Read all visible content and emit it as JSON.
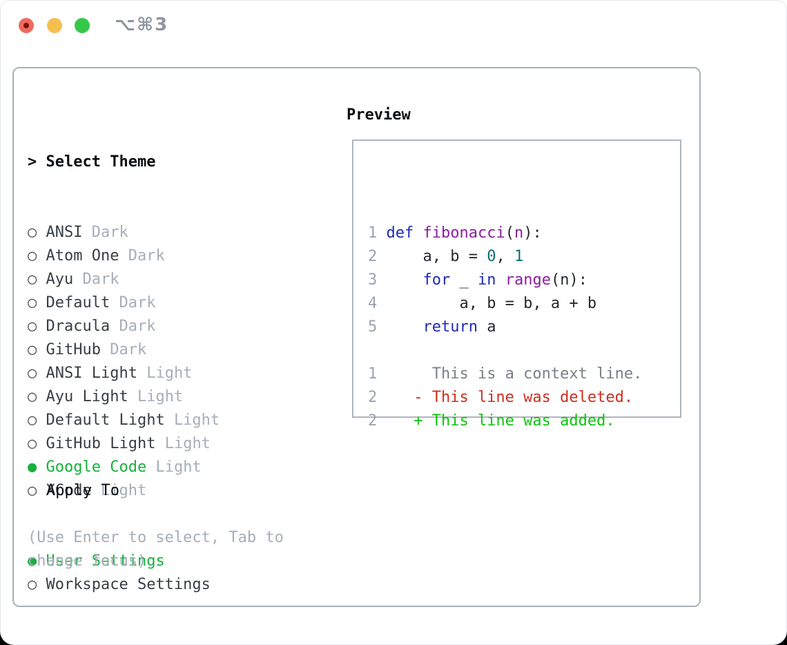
{
  "titlebar": {
    "shortcut": "⌥⌘3"
  },
  "markers": {
    "unselected": "○",
    "selected": "●"
  },
  "panel": {
    "list": {
      "marker": ">",
      "header": "Select Theme",
      "items": [
        {
          "name": "ANSI",
          "variant": "Dark",
          "selected": false
        },
        {
          "name": "Atom One",
          "variant": "Dark",
          "selected": false
        },
        {
          "name": "Ayu",
          "variant": "Dark",
          "selected": false
        },
        {
          "name": "Default",
          "variant": "Dark",
          "selected": false
        },
        {
          "name": "Dracula",
          "variant": "Dark",
          "selected": false
        },
        {
          "name": "GitHub",
          "variant": "Dark",
          "selected": false
        },
        {
          "name": "ANSI Light",
          "variant": "Light",
          "selected": false
        },
        {
          "name": "Ayu Light",
          "variant": "Light",
          "selected": false
        },
        {
          "name": "Default Light",
          "variant": "Light",
          "selected": false
        },
        {
          "name": "GitHub Light",
          "variant": "Light",
          "selected": false
        },
        {
          "name": "Google Code",
          "variant": "Light",
          "selected": true
        },
        {
          "name": "XCode",
          "variant": "Light",
          "selected": false
        }
      ]
    },
    "apply_to": {
      "header": "Apply To",
      "options": [
        {
          "label": "User Settings",
          "selected": true
        },
        {
          "label": "Workspace Settings",
          "selected": false
        }
      ]
    },
    "hint": "(Use Enter to select, Tab to change focus)",
    "preview": {
      "title": "Preview",
      "lines": [
        [
          {
            "t": "1",
            "c": "num"
          },
          {
            "t": " ",
            "c": "pln"
          },
          {
            "t": "def",
            "c": "kwd"
          },
          {
            "t": " ",
            "c": "pln"
          },
          {
            "t": "fibonacci",
            "c": "typ"
          },
          {
            "t": "(",
            "c": "pln"
          },
          {
            "t": "n",
            "c": "typ"
          },
          {
            "t": "):",
            "c": "pln"
          }
        ],
        [
          {
            "t": "2",
            "c": "num"
          },
          {
            "t": "     a, b = ",
            "c": "pln"
          },
          {
            "t": "0",
            "c": "lit"
          },
          {
            "t": ", ",
            "c": "pln"
          },
          {
            "t": "1",
            "c": "lit"
          }
        ],
        [
          {
            "t": "3",
            "c": "num"
          },
          {
            "t": "     ",
            "c": "pln"
          },
          {
            "t": "for",
            "c": "kwd"
          },
          {
            "t": " _ ",
            "c": "pln"
          },
          {
            "t": "in",
            "c": "kwd"
          },
          {
            "t": " ",
            "c": "pln"
          },
          {
            "t": "range",
            "c": "typ"
          },
          {
            "t": "(n):",
            "c": "pln"
          }
        ],
        [
          {
            "t": "4",
            "c": "num"
          },
          {
            "t": "         a, b = b, a + b",
            "c": "pln"
          }
        ],
        [
          {
            "t": "5",
            "c": "num"
          },
          {
            "t": "     ",
            "c": "pln"
          },
          {
            "t": "return",
            "c": "kwd"
          },
          {
            "t": " a",
            "c": "pln"
          }
        ],
        [
          {
            "t": " ",
            "c": "pln"
          }
        ],
        [
          {
            "t": "1",
            "c": "num"
          },
          {
            "t": "      This is a context line.",
            "c": "ctx"
          }
        ],
        [
          {
            "t": "2",
            "c": "num"
          },
          {
            "t": "    - This line was deleted.",
            "c": "del"
          }
        ],
        [
          {
            "t": "2",
            "c": "num"
          },
          {
            "t": "    + This line was added.",
            "c": "add"
          }
        ]
      ]
    }
  },
  "colors": {
    "ui_green": "#16b13c",
    "diff_added": "#0ec20e",
    "diff_deleted": "#cc2f1e",
    "diff_context": "#7a8088",
    "keyword": "#1f2ab8",
    "name": "#8c1da0",
    "literal": "#0a7070",
    "plain": "#24292f",
    "line_number": "#9aa3ad",
    "item_text": "#383e44",
    "muted": "#a6aeb8",
    "header_text": "#0b0e11",
    "border": "#a9b0b8",
    "traffic_red": "#ee6a5f",
    "traffic_yellow": "#f5bf4f",
    "traffic_green": "#35c748"
  }
}
